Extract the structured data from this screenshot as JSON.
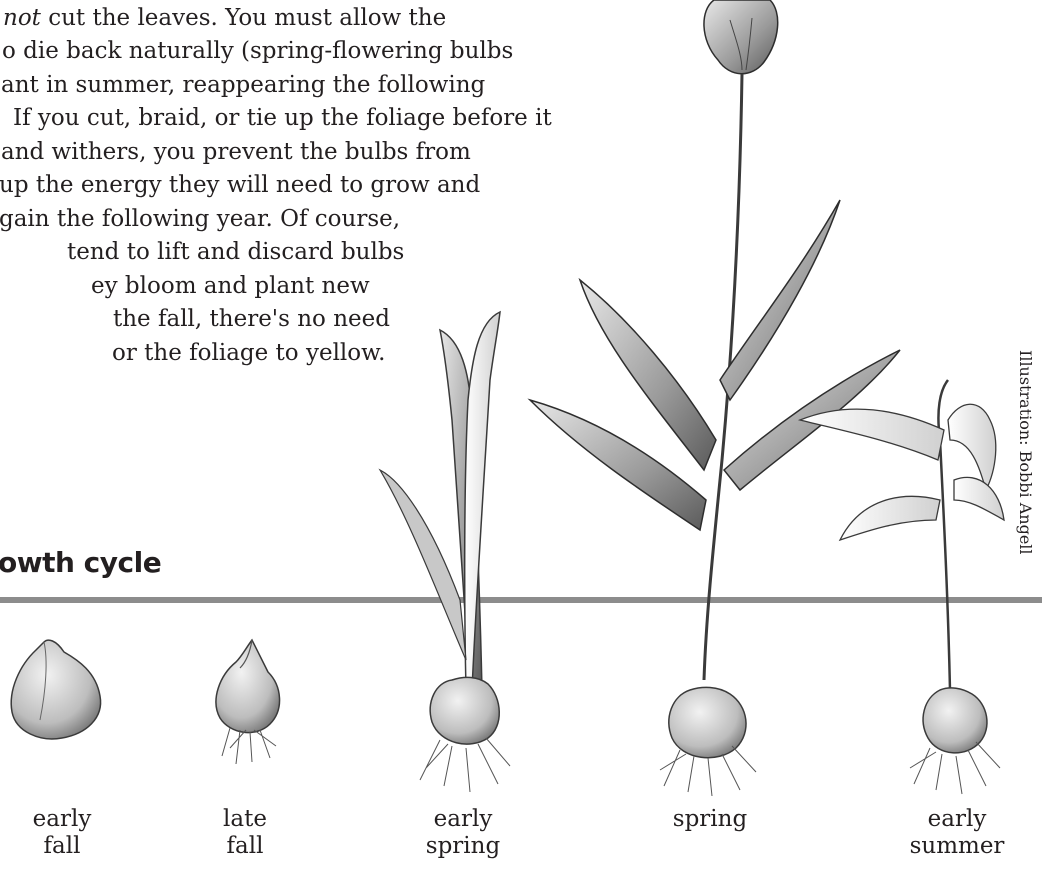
{
  "text_lines": [
    "not cut the leaves. You must allow the",
    "o die back naturally (spring-flowering bulbs",
    "ant in summer, reappearing the following",
    "If you cut, braid, or tie up the foliage before it",
    "and withers, you prevent the bulbs from",
    "up the energy they will need to grow and",
    "gain the following year. Of course,",
    "tend to lift and discard bulbs",
    "ey bloom and plant new",
    "the fall, there's no need",
    "or the foliage to yellow."
  ],
  "section_title": "owth cycle",
  "credit": "Illustration: Bobbi Angell",
  "stages": [
    {
      "label_line1": "early",
      "label_line2": "fall"
    },
    {
      "label_line1": "late",
      "label_line2": "fall"
    },
    {
      "label_line1": "early",
      "label_line2": "spring"
    },
    {
      "label_line1": "spring",
      "label_line2": ""
    },
    {
      "label_line1": "early",
      "label_line2": "summer"
    }
  ],
  "colors": {
    "text": "#231f20",
    "rule": "#8c8c8c",
    "ink": "#3a3a3a",
    "shade": "#bdbdbd"
  }
}
